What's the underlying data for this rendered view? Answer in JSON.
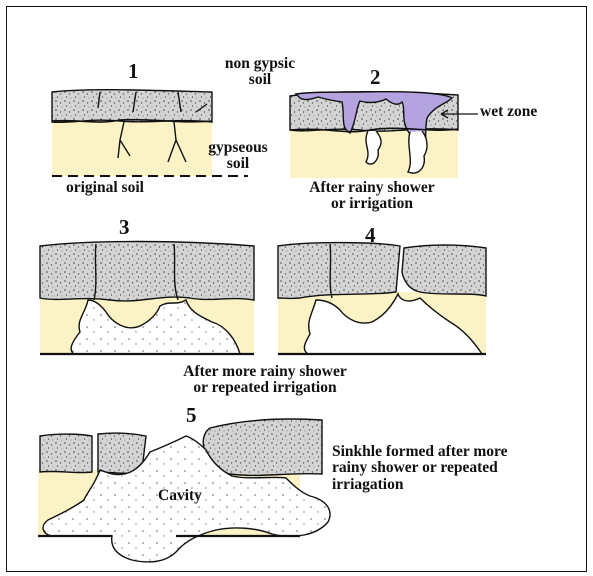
{
  "diagram": {
    "stages": [
      {
        "number": "1",
        "caption": "original soil"
      },
      {
        "number": "2",
        "caption_line1": "After rainy shower",
        "caption_line2": "or irrigation"
      },
      {
        "number": "3"
      },
      {
        "number": "4"
      },
      {
        "number": "5"
      }
    ],
    "labels": {
      "non_gypsic_line1": "non gypsic",
      "non_gypsic_line2": "soil",
      "gypseous_line1": "gypseous",
      "gypseous_line2": "soil",
      "wet_zone": "wet zone",
      "stage34_line1": "After more rainy shower",
      "stage34_line2": "or repeated irrigation",
      "cavity": "Cavity",
      "sinkhole_line1": "Sinkhle formed after more",
      "sinkhole_line2": "rainy shower or repeated",
      "sinkhole_line3": "irriagation"
    },
    "colors": {
      "topsoil": "#d4d4d4",
      "gypseous": "#fbf3c5",
      "wet_zone": "#b3a3df",
      "outline": "#111111"
    }
  }
}
